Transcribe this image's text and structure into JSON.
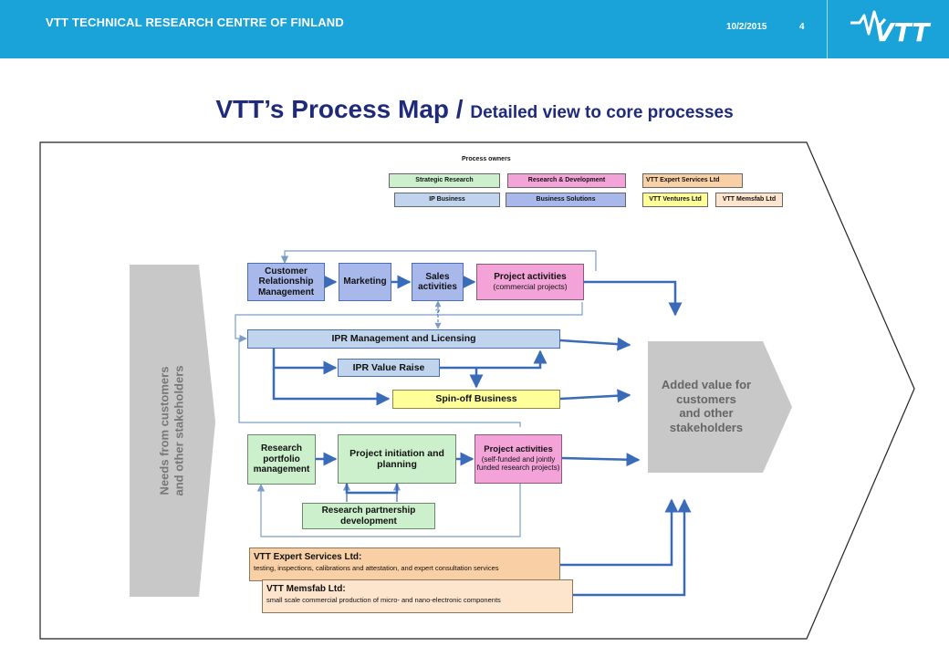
{
  "header": {
    "org": "VTT TECHNICAL RESEARCH CENTRE OF FINLAND",
    "date": "10/2/2015",
    "page_number": "4",
    "logo_text": "VTT",
    "bg_color": "#1aa3d9"
  },
  "title": {
    "main": "VTT’s Process Map / ",
    "sub": "Detailed view to core processes"
  },
  "owners": {
    "title": "Process owners",
    "items": [
      "Strategic Research",
      "Research & Development",
      "VTT Expert Services Ltd",
      "IP Business",
      "Business Solutions",
      "VTT Ventures Ltd",
      "VTT Memsfab Ltd"
    ]
  },
  "needs": "Needs from customers and other stakeholders",
  "needs_lines": [
    "Needs from customers",
    "and other stakeholders"
  ],
  "added_value": [
    "Added value for",
    "customers",
    "and other",
    "stakeholders"
  ],
  "processes": {
    "crm": "Customer Relationship Management",
    "marketing": "Marketing",
    "sales": "Sales activities",
    "project_commercial_title": "Project activities",
    "project_commercial_sub": "(commercial projects)",
    "ipr": "IPR Management and Licensing",
    "ipr_value": "IPR Value Raise",
    "spinoff": "Spin-off Business",
    "portfolio": "Research portfolio management",
    "initiation": "Project initiation and planning",
    "project_funded_title": "Project activities",
    "project_funded_sub": "(self-funded and jointly funded research projects)",
    "partnership": "Research partnership development",
    "question_mark": "?"
  },
  "services": {
    "expert_title": "VTT Expert Services Ltd:",
    "expert_text": "testing, inspections, calibrations and attestation, and expert consultation services",
    "memsfab_title": "VTT Memsfab Ltd:",
    "memsfab_text": "small scale commercial production of micro- and nano-electronic components"
  },
  "colors": {
    "strategic": "#ccf0cc",
    "rnd": "#f3a3d8",
    "expert": "#f9cfa5",
    "ip": "#c0d4ee",
    "business": "#a8b8ea",
    "ventures": "#ffff99",
    "memsfab": "#fde4cc",
    "arrow": "#3a6bb8",
    "thin_arrow": "#7a9cc8",
    "gray": "#c8c8c8"
  }
}
